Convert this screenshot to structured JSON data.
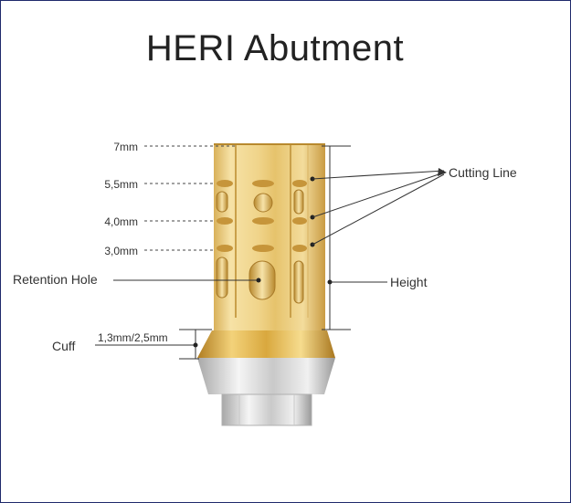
{
  "title": "HERI Abutment",
  "labels": {
    "m7": "7mm",
    "m55": "5,5mm",
    "m40": "4,0mm",
    "m30": "3,0mm",
    "retention": "Retention Hole",
    "cuff_size": "1,3mm/2,5mm",
    "cuff": "Cuff",
    "cutting_line": "Cutting Line",
    "height": "Height"
  },
  "colors": {
    "gold_light": "#f4dc9a",
    "gold_mid": "#e2bd62",
    "gold_dark": "#b8892e",
    "silver_light": "#f2f2f2",
    "silver_dark": "#9a9a9a",
    "line": "#222222"
  }
}
